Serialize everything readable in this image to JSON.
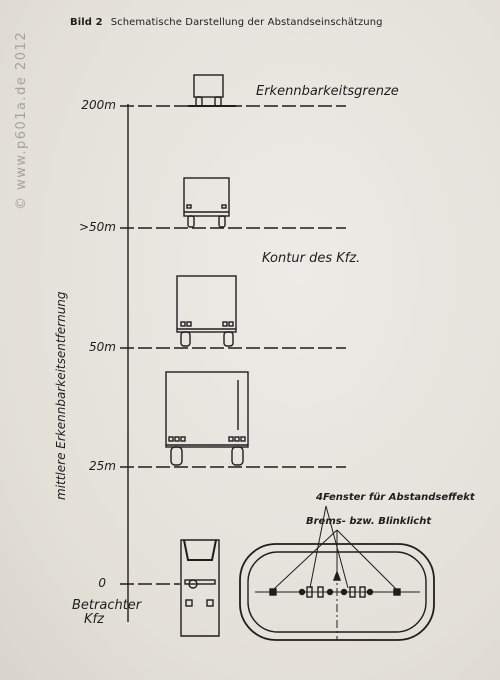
{
  "caption": {
    "figure": "Bild 2",
    "text": "Schematische Darstellung der Abstandseinschätzung"
  },
  "watermark": "© www.p601a.de 2012",
  "axis_label": "mittlere Erkennbarkeitsentfernung",
  "ticks": [
    "200m",
    ">50m",
    "50m",
    "25m",
    "0"
  ],
  "notes": {
    "limit": "Erkennbarkeitsgrenze",
    "contour": "Kontur des Kfz.",
    "observer_line1": "Betrachter",
    "observer_line2": "Kfz",
    "windows": "4Fenster für Abstandseffekt",
    "brake": "Brems- bzw. Blinklicht"
  }
}
